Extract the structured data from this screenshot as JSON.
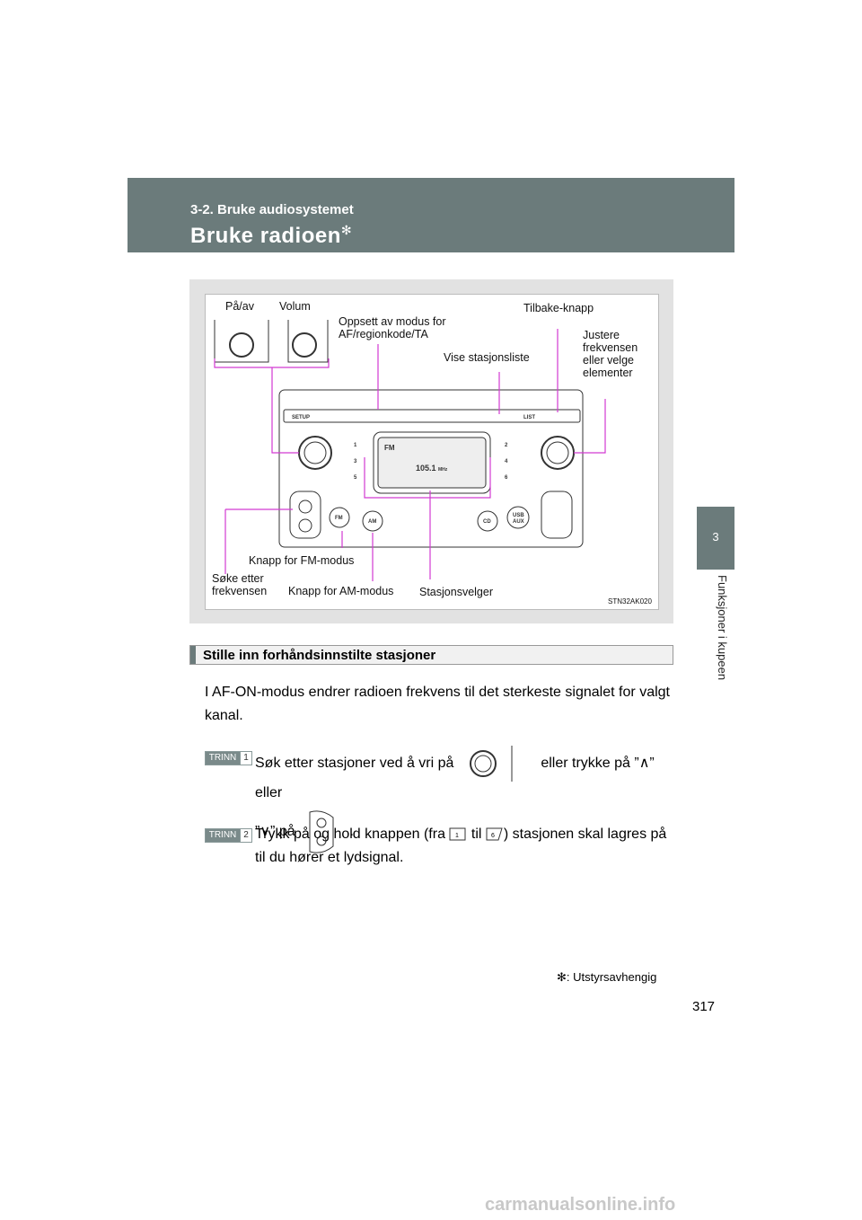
{
  "header": {
    "section": "3-2. Bruke audiosystemet",
    "title": "Bruke radioen",
    "title_mark": "✻"
  },
  "side_tab": {
    "number": "3",
    "label": "Funksjoner i kupeen"
  },
  "figure": {
    "labels": {
      "power": "På/av",
      "volume": "Volum",
      "setup": "Oppsett av modus for AF/regionkode/TA",
      "back": "Tilbake-knapp",
      "adjust": "Justere frekvensen eller velge elementer",
      "list": "Vise stasjonsliste",
      "fm": "Knapp for FM-modus",
      "seek": "Søke etter frekvensen",
      "am": "Knapp for AM-modus",
      "preset": "Stasjonsvelger"
    },
    "code": "STN32AK020",
    "display_band": "FM",
    "display_freq": "105.1",
    "display_unit": "MHz",
    "btn_setup": "SETUP",
    "btn_list": "LIST",
    "btn_fm": "FM",
    "btn_am": "AM",
    "btn_cd": "CD",
    "btn_usb": "USB",
    "btn_aux": "AUX",
    "presets": [
      "1",
      "2",
      "3",
      "4",
      "5",
      "6"
    ]
  },
  "section_bar": "Stille inn forhåndsinnstilte stasjoner",
  "body": "I AF-ON-modus endrer radioen frekvens til det sterkeste signalet for valgt kanal.",
  "steps": [
    {
      "badge_word": "TRINN",
      "badge_num": "1",
      "part1": "Søk etter stasjoner ved å vri på",
      "part2": "eller trykke på ”∧” eller",
      "part3": "”∨” på",
      "part4": "."
    },
    {
      "badge_word": "TRINN",
      "badge_num": "2",
      "part1": "Trykk på og hold knappen (fra",
      "part2": "til",
      "part3": ") stasjonen skal lagres på til du hører et lydsignal."
    }
  ],
  "footnote": "✻: Utstyrsavhengig",
  "page_number": "317",
  "watermark": "carmanualsonline.info"
}
